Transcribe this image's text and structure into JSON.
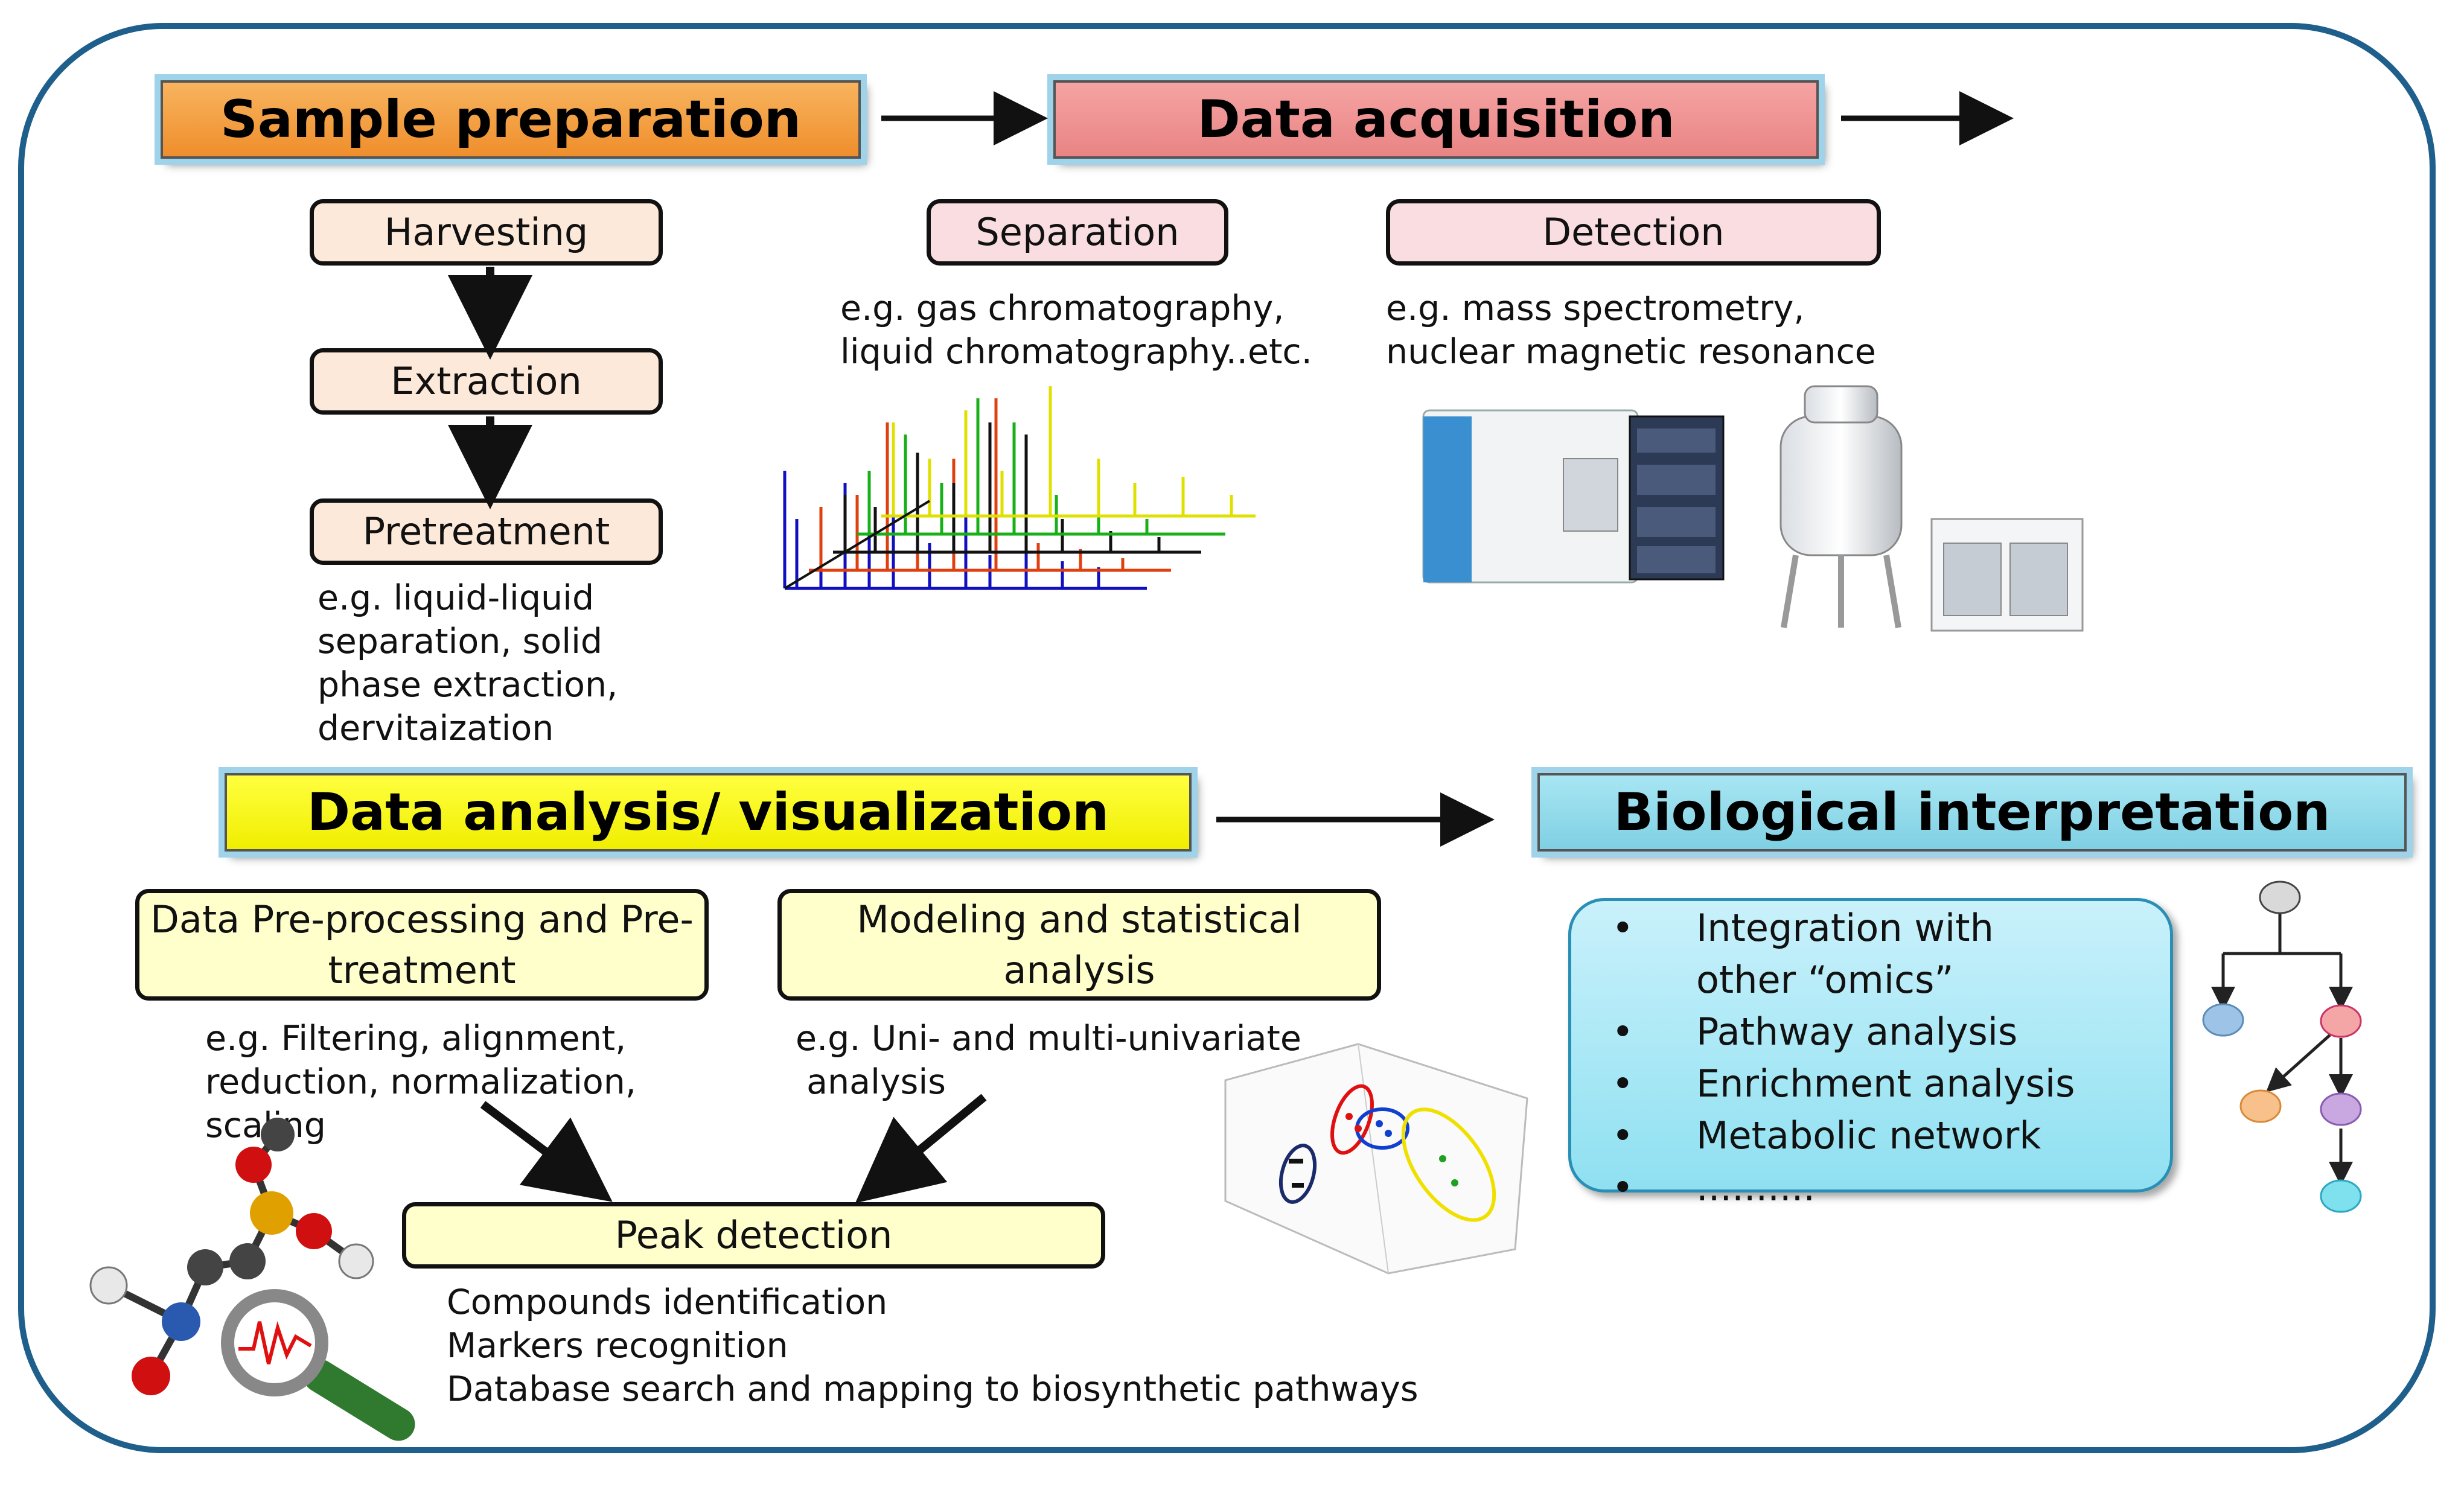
{
  "headers": {
    "sample_preparation": "Sample preparation",
    "data_acquisition": "Data acquisition",
    "data_analysis": "Data analysis/ visualization",
    "biological_interpretation": "Biological interpretation"
  },
  "sample_prep": {
    "harvesting": "Harvesting",
    "extraction": "Extraction",
    "pretreatment": "Pretreatment",
    "example": "e.g. liquid-liquid\nseparation, solid\nphase extraction,\ndervitaization"
  },
  "acquisition": {
    "separation": "Separation",
    "separation_example": "e.g. gas chromatography,\nliquid chromatography..etc.",
    "detection": "Detection",
    "detection_example": "e.g. mass spectrometry,\nnuclear magnetic resonance"
  },
  "analysis": {
    "preprocessing": "Data Pre-processing\nand Pre-treatment",
    "preprocessing_example": "e.g. Filtering, alignment,\nreduction, normalization,\nscaling",
    "modeling": "Modeling and statistical\nanalysis",
    "modeling_example": "e.g. Uni- and multi-univariate\n analysis",
    "peak_detection": "Peak detection",
    "peak_outputs": "Compounds identification\nMarkers recognition\nDatabase search and mapping to biosynthetic pathways"
  },
  "interpretation": {
    "items": [
      "Integration with\nother “omics”",
      "Pathway analysis",
      "Enrichment analysis",
      "Metabolic network",
      ".........."
    ]
  },
  "colors": {
    "frame": "#1f5f8b",
    "sample_header": "#f5a043",
    "acquisition_header": "#f08f8f",
    "analysis_header": "#ffff00",
    "interpretation_header": "#8dd9ea",
    "sample_box": "#fde9d9",
    "acquisition_box": "#f9dde0",
    "analysis_box": "#ffffcc"
  }
}
